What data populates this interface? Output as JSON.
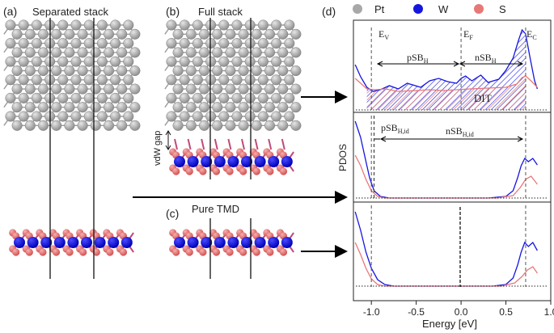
{
  "panels": {
    "a": {
      "letter": "(a)",
      "title": "Separated stack"
    },
    "b": {
      "letter": "(b)",
      "title": "Full stack",
      "gap_label": "vdW gap"
    },
    "c": {
      "letter": "(c)",
      "title": "Pure TMD"
    },
    "d": {
      "letter": "(d)"
    }
  },
  "legend": [
    {
      "label": "Pt",
      "color": "#a8a8a8"
    },
    {
      "label": "W",
      "color": "#1515e0"
    },
    {
      "label": "S",
      "color": "#e87878"
    }
  ],
  "chart_data": {
    "type": "line",
    "xlabel": "Energy [eV]",
    "ylabel": "PDOS",
    "xlim": [
      -1.2,
      1.0
    ],
    "xticks": [
      "-1.0",
      "-0.5",
      "0.0",
      "0.5",
      "1.0"
    ],
    "tick_values": [
      -1.0,
      -0.5,
      0.0,
      0.5,
      1.0
    ],
    "levels": {
      "EV": -1.0,
      "EF": 0.0,
      "EC": 0.72
    },
    "annotations": {
      "top": {
        "EV": "E",
        "EV_sub": "V",
        "EF": "E",
        "EF_sub": "F",
        "EC": "E",
        "EC_sub": "C",
        "pSB": "pSB",
        "pSB_sub": "H",
        "nSB": "nSB",
        "nSB_sub": "H",
        "DIT": "DIT"
      },
      "mid": {
        "pSB": "pSB",
        "pSB_sub": "H,id",
        "nSB": "nSB",
        "nSB_sub": "H,id"
      }
    },
    "series": [
      {
        "name": "W",
        "color": "#1515e0"
      },
      {
        "name": "S",
        "color": "#e87878"
      }
    ]
  }
}
